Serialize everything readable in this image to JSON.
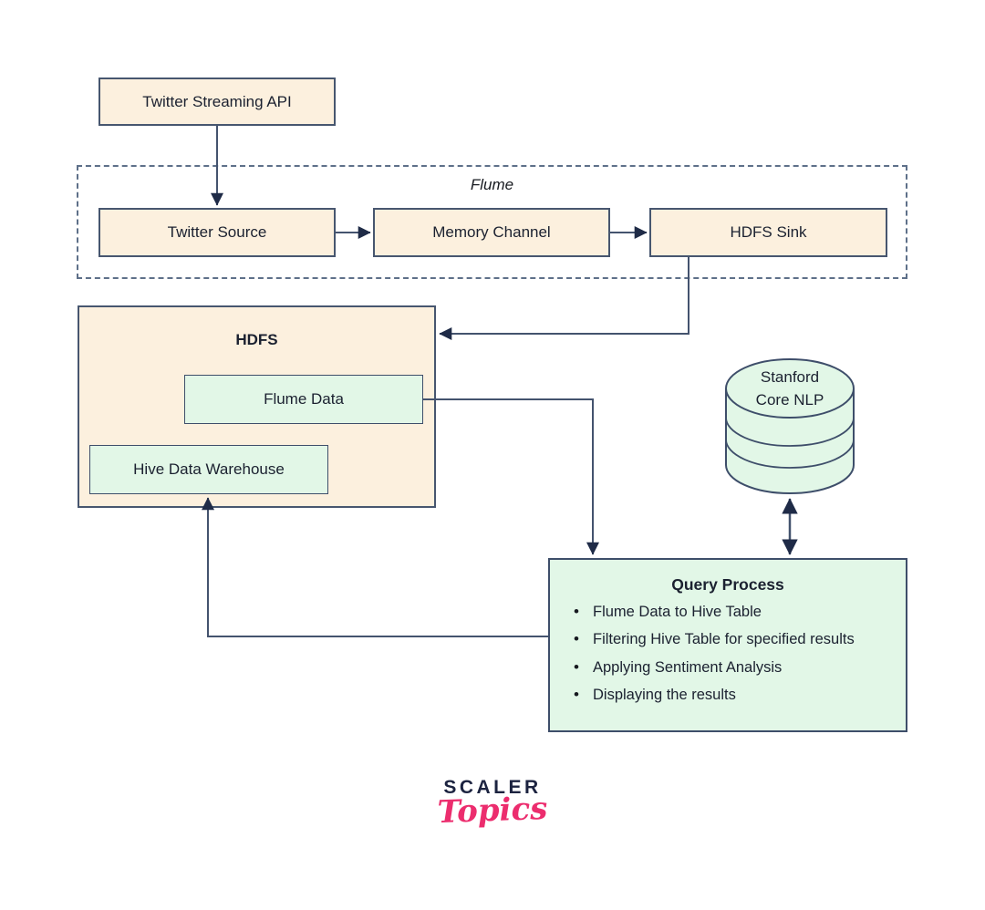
{
  "diagram": {
    "title_context": "Twitter sentiment analysis pipeline with Flume, HDFS, Hive and Stanford Core NLP",
    "nodes": {
      "twitter_streaming_api": {
        "label": "Twitter Streaming API"
      },
      "flume_group": {
        "label": "Flume"
      },
      "twitter_source": {
        "label": "Twitter Source"
      },
      "memory_channel": {
        "label": "Memory Channel"
      },
      "hdfs_sink": {
        "label": "HDFS Sink"
      },
      "hdfs": {
        "label": "HDFS"
      },
      "flume_data": {
        "label": "Flume Data"
      },
      "hive_data_warehouse": {
        "label": "Hive Data Warehouse"
      },
      "stanford_core_nlp": {
        "label_line1": "Stanford",
        "label_line2": "Core NLP"
      },
      "query_process": {
        "title": "Query Process",
        "bullets": [
          "Flume Data to Hive Table",
          "Filtering Hive Table for specified results",
          "Applying Sentiment Analysis",
          "Displaying the results"
        ]
      }
    },
    "edges": [
      "Twitter Streaming API -> Twitter Source",
      "Twitter Source -> Memory Channel",
      "Memory Channel -> HDFS Sink",
      "HDFS Sink -> HDFS",
      "Flume Data -> Query Process",
      "Query Process -> Hive Data Warehouse",
      "Stanford Core NLP <-> Query Process"
    ],
    "colors": {
      "peach_fill": "#fcf0de",
      "green_fill": "#e2f7e7",
      "box_border": "#47566f",
      "dashed_border": "#5e7089",
      "connector": "#44536e",
      "arrowhead": "#1f2b47",
      "brand_navy": "#1c2340",
      "brand_pink": "#ec2d6e"
    }
  },
  "footer": {
    "brand_top": "SCALER",
    "brand_bottom": "Topics"
  }
}
